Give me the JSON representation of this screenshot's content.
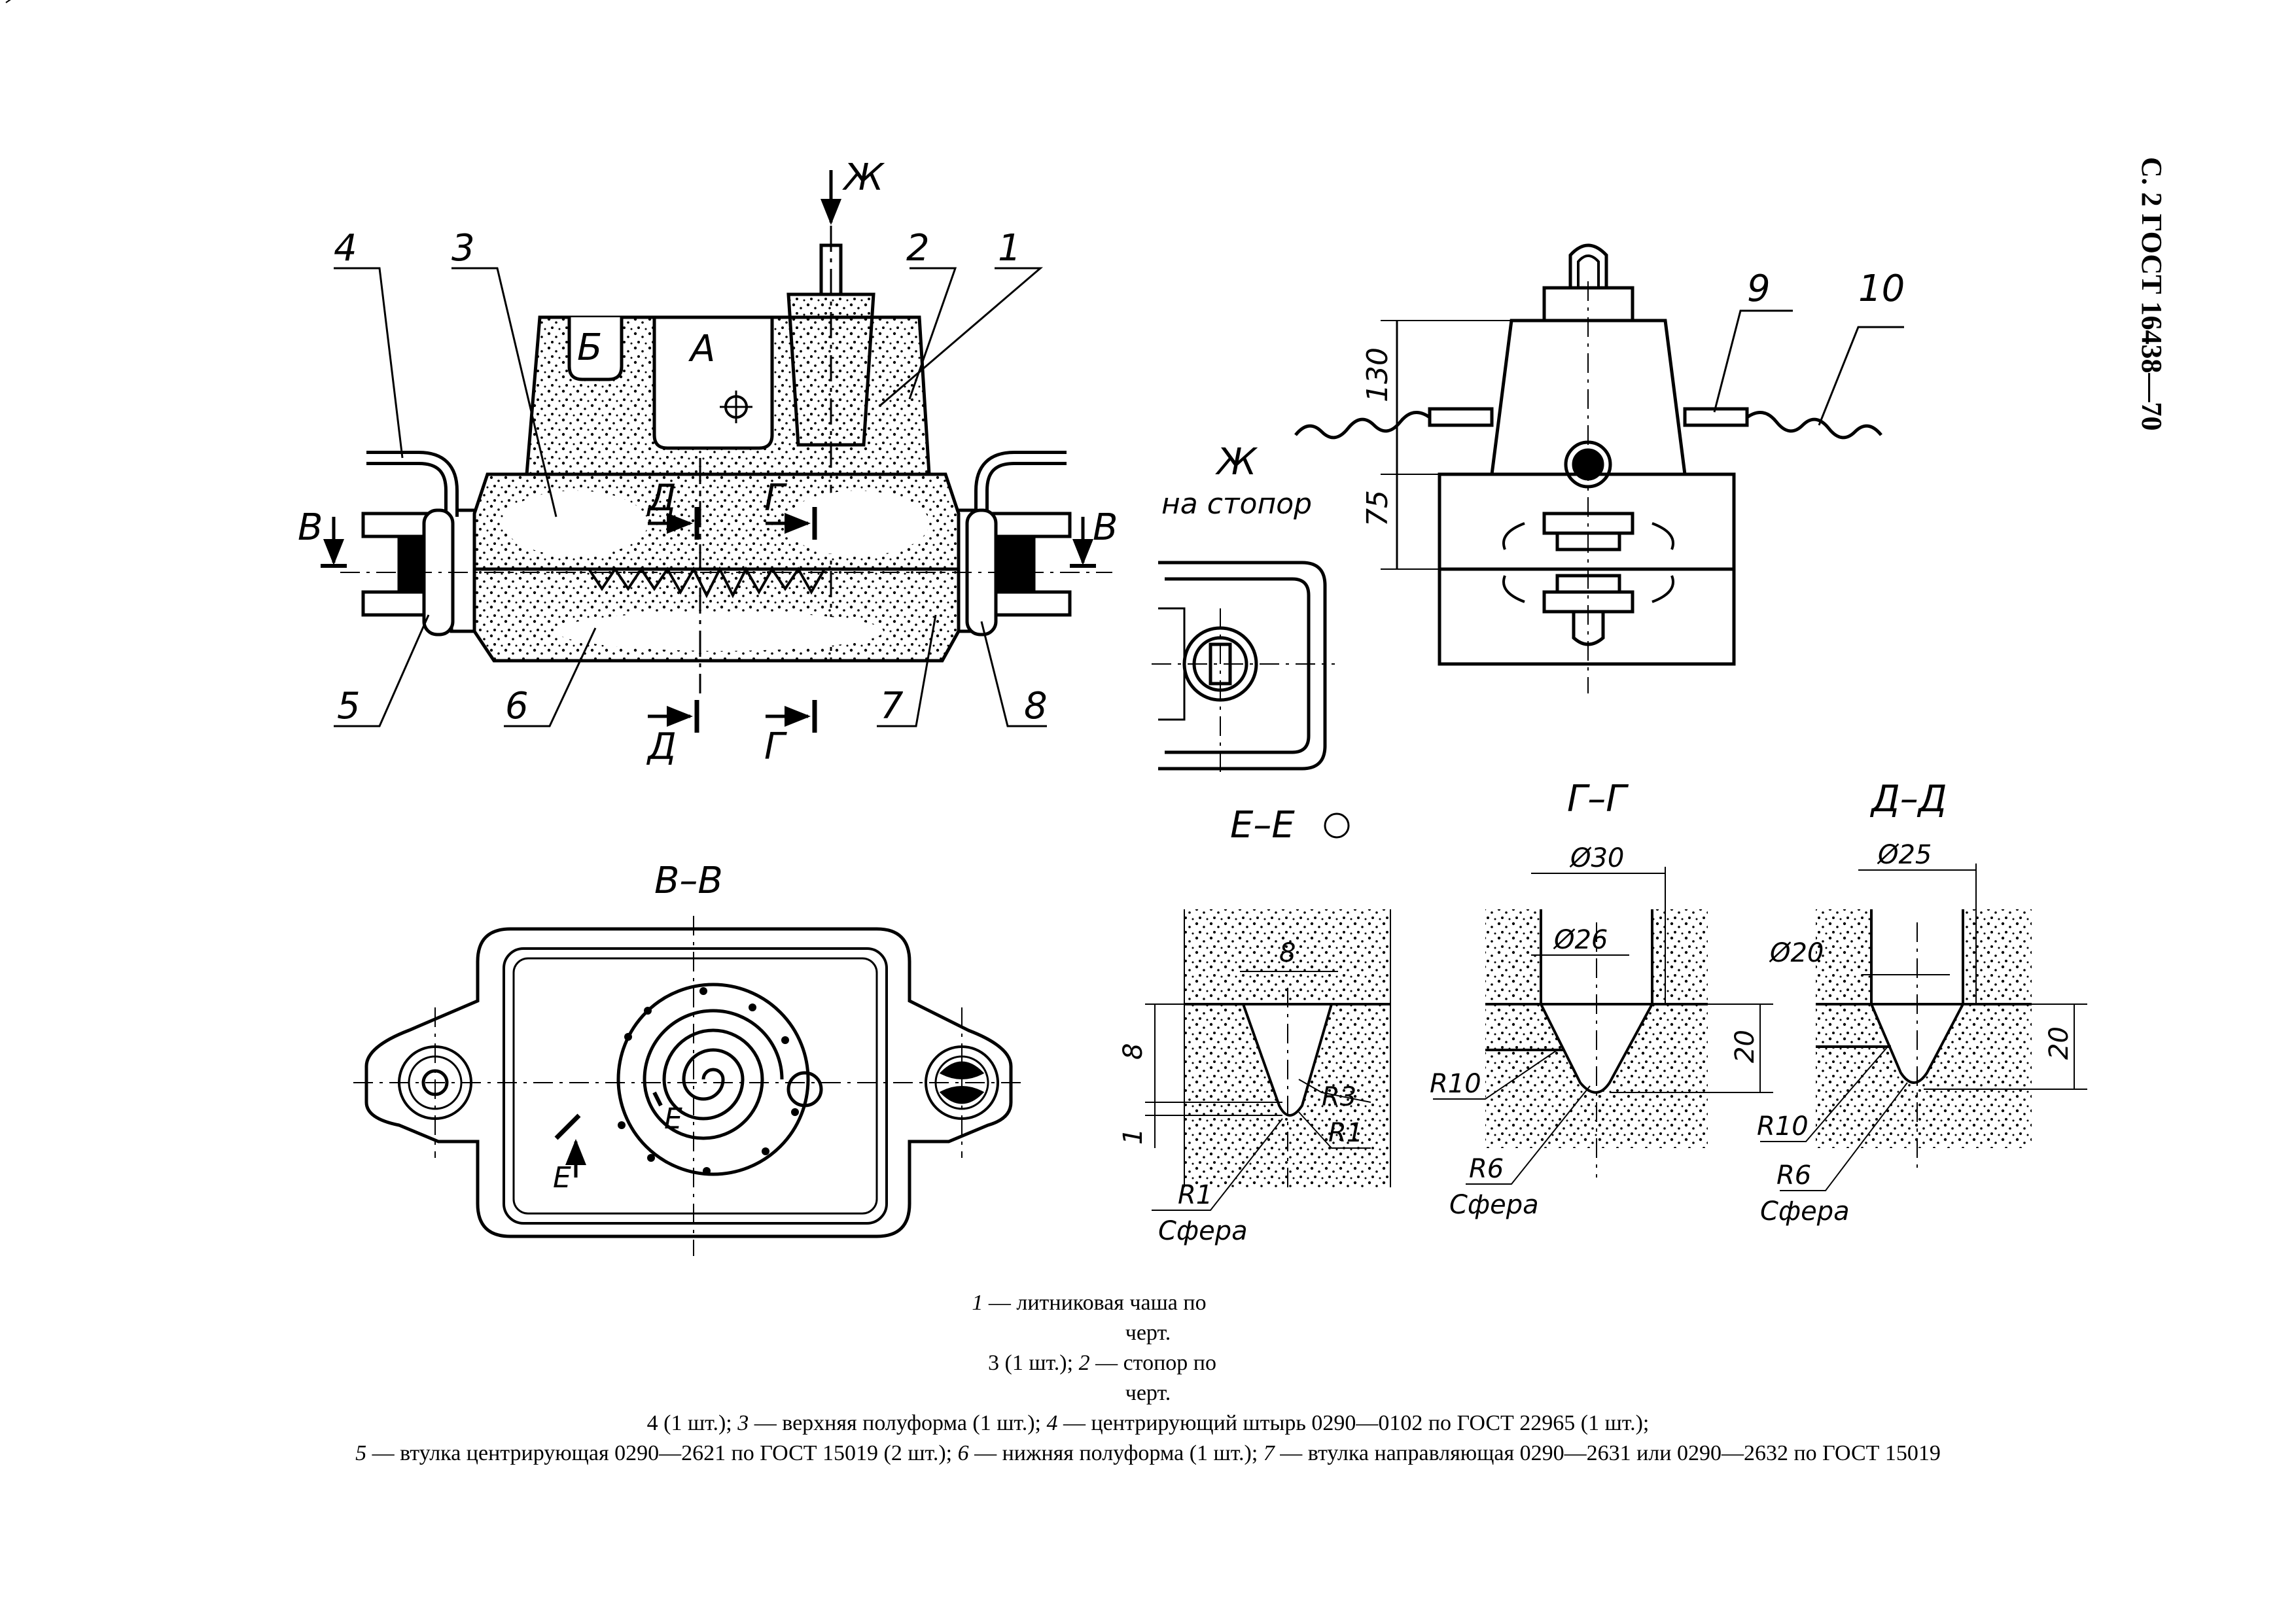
{
  "header": {
    "page_ref": "С. 2 ГОСТ 16438—70"
  },
  "labels": {
    "n1": "1",
    "n2": "2",
    "n3": "3",
    "n4": "4",
    "n5": "5",
    "n6": "6",
    "n7": "7",
    "n8": "8",
    "n9": "9",
    "n10": "10",
    "A": "А",
    "B": "Б",
    "V": "В",
    "D": "Д",
    "G": "Г",
    "Zh": "Ж",
    "E": "E",
    "zh_note_title": "Ж",
    "zh_note": "на стопор"
  },
  "section_titles": {
    "vv": "В–В",
    "ee": "Е–Е",
    "gg": "Г–Г",
    "dd": "Д–Д"
  },
  "dimensions": {
    "h130": "130",
    "h75": "75",
    "ee_width": "8",
    "ee_height": "8",
    "ee_one": "1",
    "ee_r3": "R3",
    "ee_r1a": "R1",
    "ee_r1b": "R1",
    "ee_sphere": "Сфера",
    "gg_d30": "Ø30",
    "gg_d26": "Ø26",
    "gg_h20": "20",
    "gg_r10": "R10",
    "gg_r6": "R6",
    "gg_sphere": "Сфера",
    "dd_d25": "Ø25",
    "dd_d20": "Ø20",
    "dd_h20": "20",
    "dd_r10": "R10",
    "dd_r6": "R6",
    "dd_sphere": "Сфера"
  },
  "caption": {
    "line1_num": "1",
    "line1": " — литниковая чаша по",
    "line2": "черт.",
    "line3a": "3 (1 шт.); ",
    "line3_num": "2",
    "line3b": " — стопор по",
    "line4": "черт.",
    "line5a": "4 (1 шт.); ",
    "line5_n3": "3",
    "line5b": " — верхняя полуформа (1 шт.); ",
    "line5_n4": "4",
    "line5c": " — центрирующий штырь 0290—0102 по ГОСТ 22965 (1 шт.);",
    "line6_n5": "5",
    "line6a": " — втулка центрирующая 0290—2621 по ГОСТ 15019 (2 шт.); ",
    "line6_n6": "6",
    "line6b": " — нижняя полуформа (1 шт.); ",
    "line6_n7": "7",
    "line6c": " — втулка направляющая 0290—2631 или 0290—2632 по ГОСТ 15019"
  }
}
